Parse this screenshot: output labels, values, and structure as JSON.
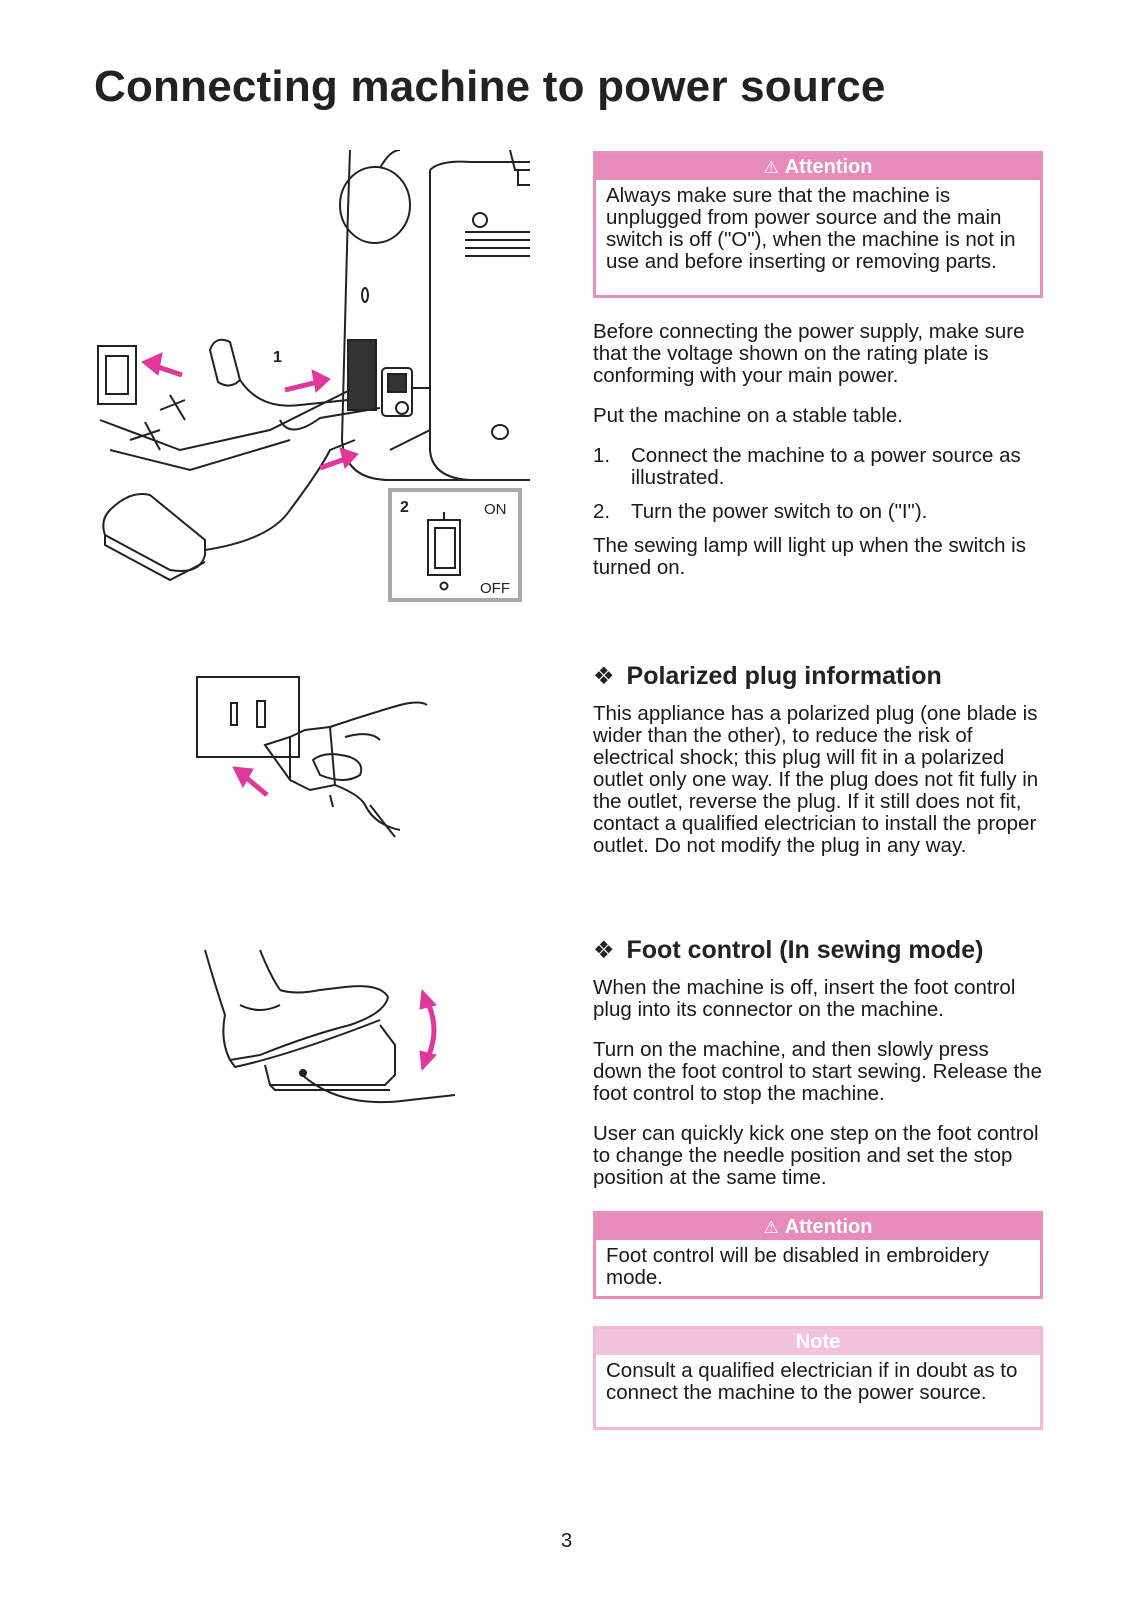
{
  "title": "Connecting machine to power source",
  "attention_label": "Attention",
  "note_label": "Note",
  "attention1": "Always make sure that the machine is unplugged from power source and the main switch is off (\"O\"), when the machine is not in use and before inserting or removing parts.",
  "intro": [
    "Before connecting the power supply, make sure that the voltage shown on the rating plate is conforming with your main power.",
    "Put the machine on a stable table."
  ],
  "steps": [
    {
      "num": "1.",
      "text": "Connect the machine to a power source as illustrated."
    },
    {
      "num": "2.",
      "text": "Turn the power switch to on (\"I\")."
    }
  ],
  "lamp_text": "The sewing lamp will light up when the switch is turned on.",
  "illustration": {
    "label1": "1",
    "label2": "2",
    "on_label": "ON",
    "off_label": "OFF",
    "switch_on_mark": "I",
    "switch_off_mark": "O",
    "arrow_color": "#e0389a"
  },
  "polarized": {
    "heading": "Polarized plug information",
    "text": "This appliance has a polarized plug (one blade is wider than the other), to reduce the risk of electrical shock; this plug will fit in a polarized outlet only one way. If the plug does not fit fully in the outlet, reverse the plug. If it still does not fit, contact a qualified electrician to install the proper outlet. Do not modify the plug in any way."
  },
  "foot": {
    "heading": "Foot control (In sewing mode)",
    "paras": [
      "When the machine is off, insert the foot control plug into its connector on the machine.",
      "Turn on the machine, and then slowly press down the foot control to start sewing. Release the foot control to stop the machine.",
      "User can quickly kick one step on the foot control to change the needle position and set the stop position at the same time."
    ]
  },
  "attention2": "Foot control will be disabled in embroidery mode.",
  "note": "Consult a qualified electrician if in doubt as to connect the machine to the power source.",
  "page_number": "3"
}
